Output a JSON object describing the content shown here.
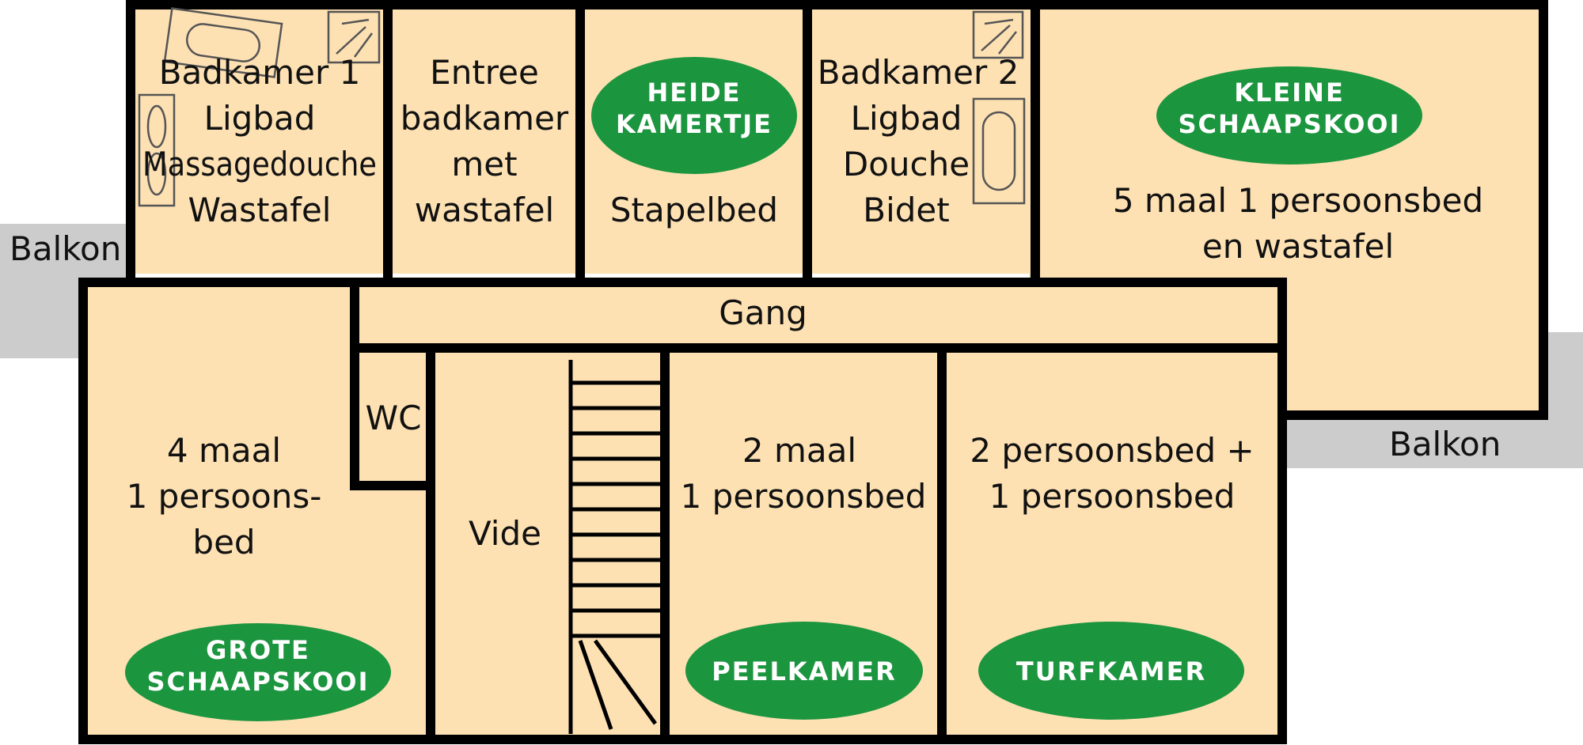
{
  "colors": {
    "room_fill": "#FDE1B3",
    "wall": "#000000",
    "balcony": "#CCCCCC",
    "badge": "#1C953F",
    "badge_text": "#FFFFFF",
    "label": "#111111"
  },
  "balconies": {
    "left": "Balkon",
    "right": "Balkon"
  },
  "rooms": {
    "badkamer1": {
      "lines": [
        "Badkamer 1",
        "Ligbad",
        "Massagedouche",
        "Wastafel"
      ]
    },
    "entree": {
      "lines": [
        "Entree",
        "badkamer",
        "met",
        "wastafel"
      ]
    },
    "heide": {
      "badge": [
        "HEIDE",
        "KAMERTJE"
      ],
      "lines": [
        "Stapelbed"
      ]
    },
    "badkamer2": {
      "lines": [
        "Badkamer 2",
        "Ligbad",
        "Douche",
        "Bidet"
      ]
    },
    "kleine": {
      "badge": [
        "KLEINE",
        "SCHAAPSKOOI"
      ],
      "lines": [
        "5 maal 1 persoonsbed",
        "en wastafel"
      ]
    },
    "gang": {
      "label": "Gang"
    },
    "wc": {
      "label": "WC"
    },
    "grote": {
      "badge": [
        "GROTE",
        "SCHAAPSKOOI"
      ],
      "lines": [
        "4 maal",
        "1 persoons-",
        "bed"
      ]
    },
    "vide": {
      "label": "Vide"
    },
    "peel": {
      "badge": [
        "PEELKAMER"
      ],
      "lines": [
        "2 maal",
        "1 persoonsbed"
      ]
    },
    "turf": {
      "badge": [
        "TURFKAMER"
      ],
      "lines": [
        "2 persoonsbed +",
        "1 persoonsbed"
      ]
    }
  }
}
